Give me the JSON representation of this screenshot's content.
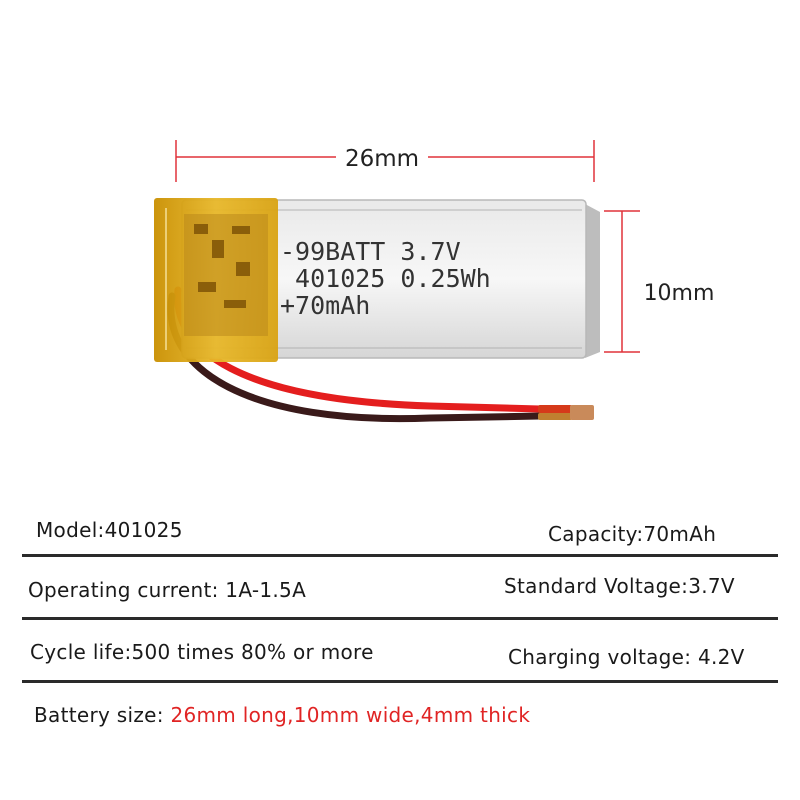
{
  "dimensions": {
    "length": "26mm",
    "width": "10mm"
  },
  "battery_label": {
    "line1": "-99BATT 3.7V",
    "line2": " 401025 0.25Wh",
    "line3": "+70mAh"
  },
  "specs": {
    "model": "Model:401025",
    "capacity": "Capacity:70mAh",
    "operating_current": "Operating current: 1A-1.5A",
    "standard_voltage": "Standard Voltage:3.7V",
    "cycle_life": "Cycle life:500 times 80% or more",
    "charging_voltage": "Charging voltage: 4.2V",
    "battery_size_label": "Battery size: ",
    "battery_size_value": "26mm long,10mm wide,4mm thick"
  },
  "colors": {
    "dimension_line": "#e0323a",
    "highlight": "#e02424",
    "rule": "#2a2a2a"
  }
}
